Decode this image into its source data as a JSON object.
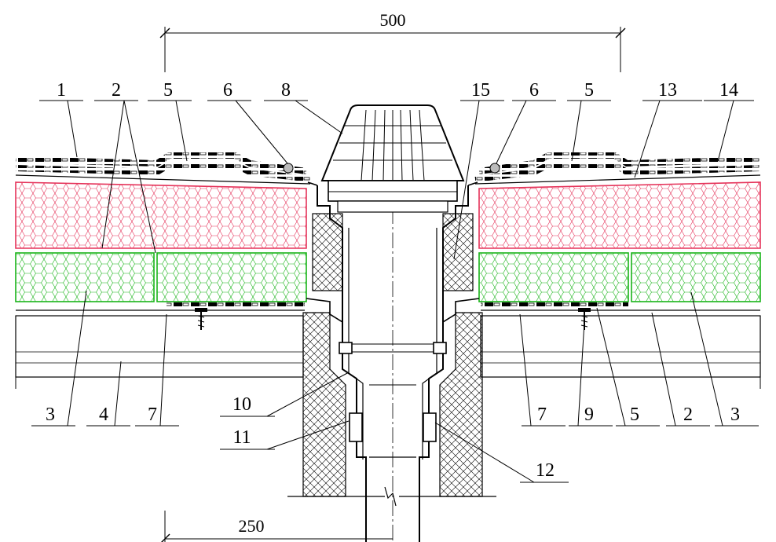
{
  "dimensions": {
    "top": "500",
    "bottom": "250"
  },
  "callouts_top": [
    "1",
    "2",
    "5",
    "6",
    "8",
    "15",
    "6",
    "5",
    "13",
    "14"
  ],
  "callouts_bottom_left": [
    "3",
    "4",
    "7",
    "10",
    "11"
  ],
  "callouts_bottom_right": [
    "12",
    "7",
    "9",
    "5",
    "2",
    "3"
  ],
  "colors": {
    "upper_insulation": "#e5335a",
    "lower_insulation": "#19b419",
    "ink": "#000000"
  }
}
